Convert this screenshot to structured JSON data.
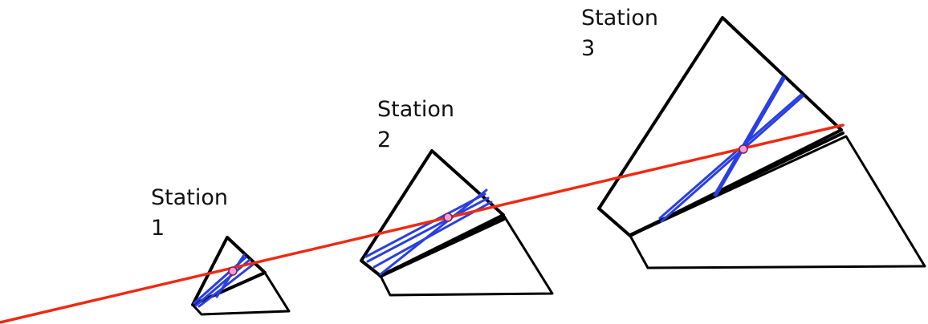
{
  "stations": [
    {
      "id": 1,
      "name_line1": "Station",
      "name_line2": "1"
    },
    {
      "id": 2,
      "name_line1": "Station",
      "name_line2": "2"
    },
    {
      "id": 3,
      "name_line1": "Station",
      "name_line2": "3"
    }
  ],
  "colors": {
    "outline": "#000000",
    "hits": "#2a3fe0",
    "track": "#ee2a12",
    "intersection_fill": "#f2a0d2",
    "intersection_stroke": "#7a1f5e"
  }
}
